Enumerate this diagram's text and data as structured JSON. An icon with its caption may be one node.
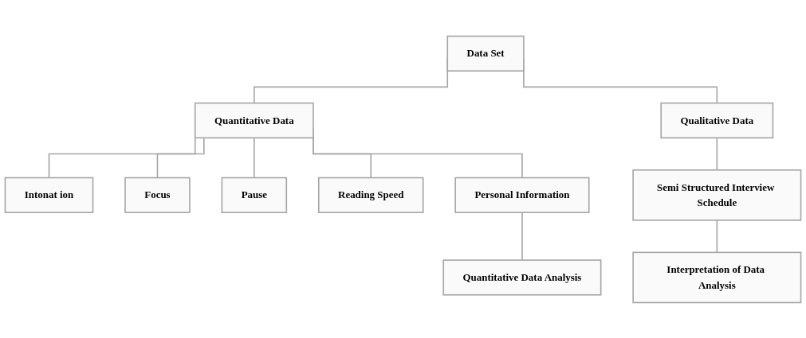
{
  "diagram": {
    "nodes": [
      {
        "text": [
          "Data Set"
        ]
      },
      {
        "text": [
          "Quantitative Data"
        ]
      },
      {
        "text": [
          "Qualitative Data"
        ]
      },
      {
        "text": [
          "Intonat ion"
        ]
      },
      {
        "text": [
          "Focus"
        ]
      },
      {
        "text": [
          "Pause"
        ]
      },
      {
        "text": [
          "Reading Speed"
        ]
      },
      {
        "text": [
          "Personal Information"
        ]
      },
      {
        "text": [
          "Semi Structured Interview Schedule"
        ]
      },
      {
        "text": [
          "Quantitative Data Analysis"
        ]
      },
      {
        "text": [
          "Interpretation of Data Analysis"
        ]
      }
    ],
    "edges": [
      {
        "from": 0,
        "to": 1,
        "arrow": "none"
      },
      {
        "from": 0,
        "to": 2,
        "arrow": "none"
      },
      {
        "from": 1,
        "to": 3,
        "arrow": "none"
      },
      {
        "from": 1,
        "to": 4,
        "arrow": "none"
      },
      {
        "from": 1,
        "to": 5,
        "arrow": "none"
      },
      {
        "from": 1,
        "to": 6,
        "arrow": "none"
      },
      {
        "from": 1,
        "to": 7,
        "arrow": "none"
      },
      {
        "from": 2,
        "to": 8,
        "arrow": "none"
      },
      {
        "from": 7,
        "to": 9,
        "arrow": "none"
      },
      {
        "from": 8,
        "to": 10,
        "arrow": "none"
      }
    ]
  }
}
